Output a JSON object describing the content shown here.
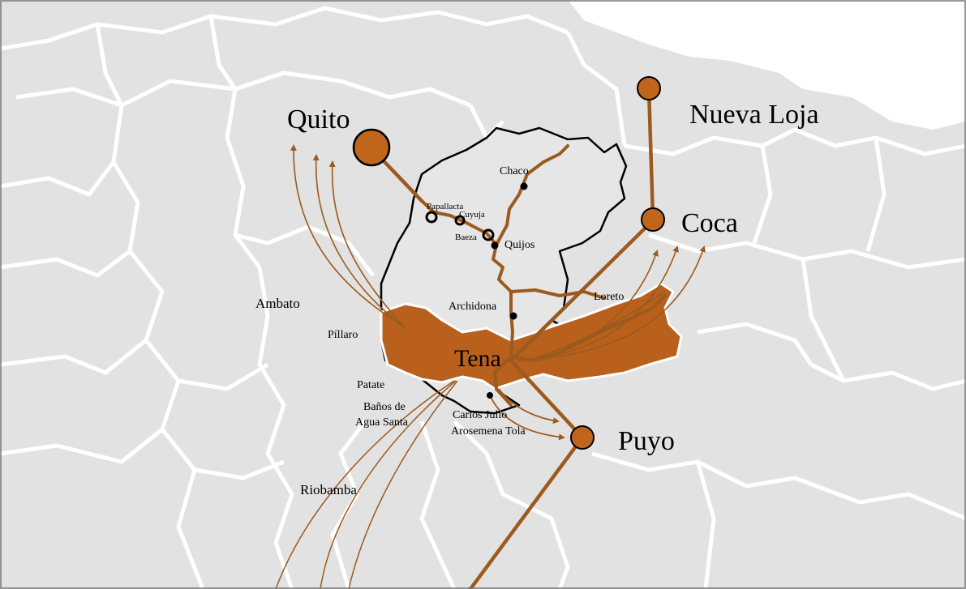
{
  "colors": {
    "background": "#e2e2e2",
    "boundary": "#ffffff",
    "province_fill": "#e6e6e6",
    "tena_fill": "#b8601c",
    "route": "#9b5a1e",
    "city_fill": "#c0651c"
  },
  "cities": {
    "quito": "Quito",
    "nueva_loja": "Nueva Loja",
    "coca": "Coca",
    "puyo": "Puyo",
    "tena": "Tena"
  },
  "towns": {
    "ambato": "Ambato",
    "pillaro": "Píllaro",
    "patate": "Patate",
    "banos_1": "Baños de",
    "banos_2": "Agua Santa",
    "riobamba": "Riobamba",
    "chaco": "Chaco",
    "papallacta": "Papallacta",
    "cuyuja": "Cuyuja",
    "baeza": "Baeza",
    "quijos": "Quijos",
    "archidona": "Archidona",
    "loreto": "Loreto",
    "carlos_julio": "Carlos Julio",
    "arosemena_tola": "Arosemena Tola"
  }
}
